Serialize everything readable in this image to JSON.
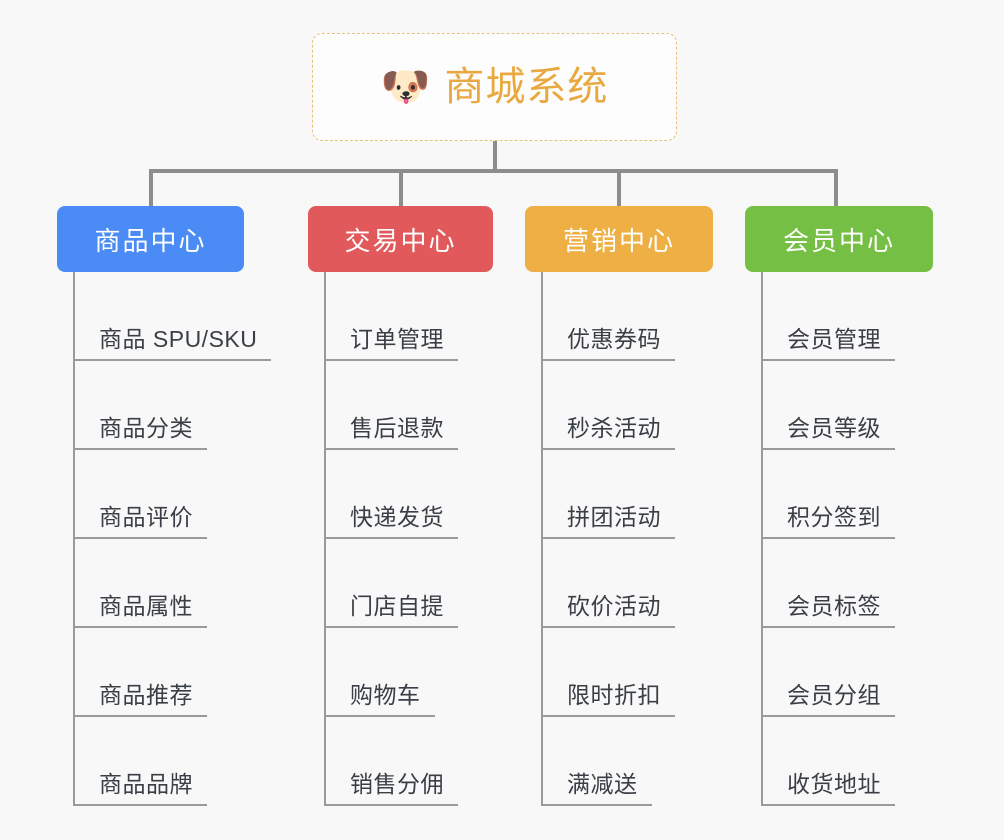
{
  "root": {
    "icon": "dog-face-icon",
    "emoji": "🐶",
    "title": "商城系统",
    "border_color": "#eabf7a",
    "text_color": "#e9a941"
  },
  "colors": {
    "background": "#f8f8f9",
    "connector": "#8d8d8d",
    "leaf_line": "#9a9a9a",
    "leaf_text": "#3a3f45",
    "blue": "#4a8bf5",
    "red": "#e2595b",
    "orange": "#eeb044",
    "green": "#75c044"
  },
  "columns": [
    {
      "title": "商品中心",
      "color": "#4a8bf5",
      "items": [
        "商品 SPU/SKU",
        "商品分类",
        "商品评价",
        "商品属性",
        "商品推荐",
        "商品品牌"
      ]
    },
    {
      "title": "交易中心",
      "color": "#e2595b",
      "items": [
        "订单管理",
        "售后退款",
        "快递发货",
        "门店自提",
        "购物车",
        "销售分佣"
      ]
    },
    {
      "title": "营销中心",
      "color": "#eeb044",
      "items": [
        "优惠券码",
        "秒杀活动",
        "拼团活动",
        "砍价活动",
        "限时折扣",
        "满减送"
      ]
    },
    {
      "title": "会员中心",
      "color": "#75c044",
      "items": [
        "会员管理",
        "会员等级",
        "积分签到",
        "会员标签",
        "会员分组",
        "收货地址"
      ]
    }
  ]
}
